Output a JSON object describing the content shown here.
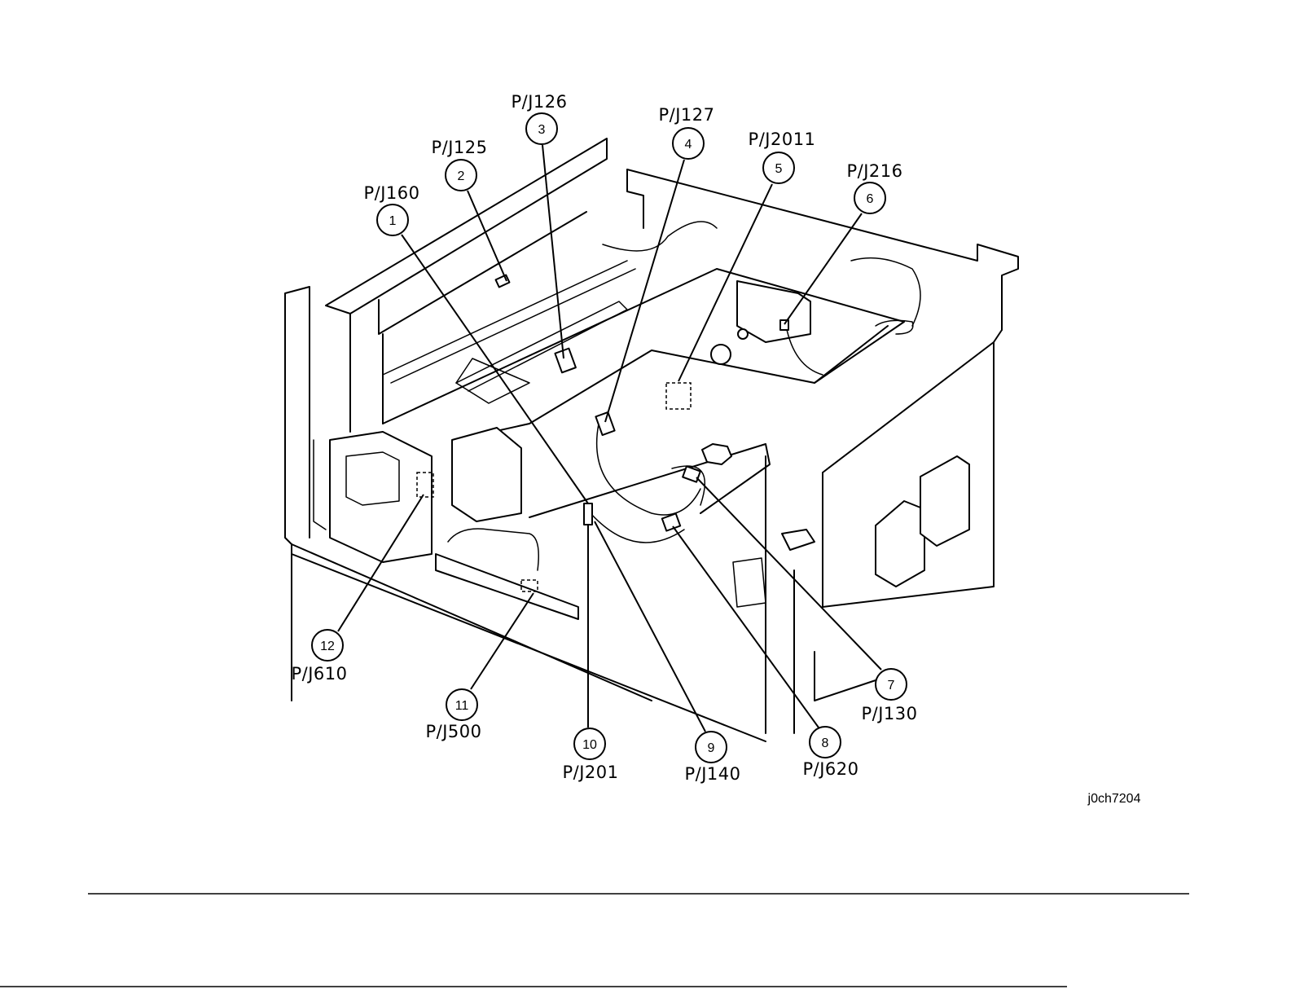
{
  "figure_code": "j0ch7204",
  "callouts": [
    {
      "num": "1",
      "label": "P/J160"
    },
    {
      "num": "2",
      "label": "P/J125"
    },
    {
      "num": "3",
      "label": "P/J126"
    },
    {
      "num": "4",
      "label": "P/J127"
    },
    {
      "num": "5",
      "label": "P/J2011"
    },
    {
      "num": "6",
      "label": "P/J216"
    },
    {
      "num": "7",
      "label": "P/J130"
    },
    {
      "num": "8",
      "label": "P/J620"
    },
    {
      "num": "9",
      "label": "P/J140"
    },
    {
      "num": "10",
      "label": "P/J201"
    },
    {
      "num": "11",
      "label": "P/J500"
    },
    {
      "num": "12",
      "label": "P/J610"
    }
  ]
}
